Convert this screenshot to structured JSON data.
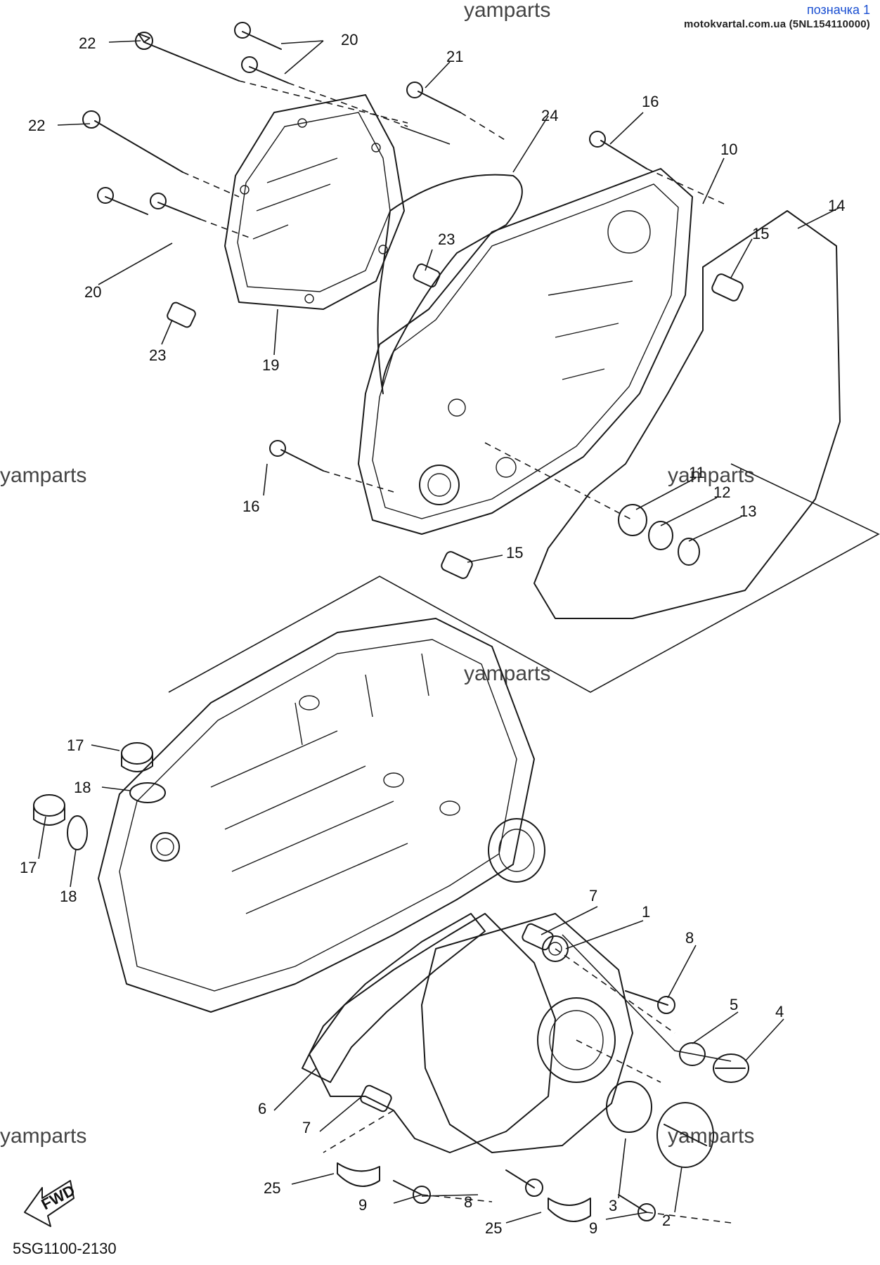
{
  "header": {
    "title": "позначка 1",
    "site": "motokvartal.com.ua (5NL154110000)"
  },
  "watermark": "yamparts",
  "diagram_code": "5SG1100-2130",
  "fwd_label": "FWD",
  "labels": {
    "p1": "1",
    "p2": "2",
    "p3": "3",
    "p4": "4",
    "p5": "5",
    "p6": "6",
    "p7": "7",
    "p8": "8",
    "p9": "9",
    "p10": "10",
    "p11": "11",
    "p12": "12",
    "p13": "13",
    "p14": "14",
    "p15": "15",
    "p16": "16",
    "p17": "17",
    "p18": "18",
    "p19": "19",
    "p20": "20",
    "p21": "21",
    "p22": "22",
    "p23": "23",
    "p24": "24",
    "p25": "25"
  },
  "colors": {
    "header_title": "#1a4fd1",
    "ink": "#1a1a1a"
  }
}
